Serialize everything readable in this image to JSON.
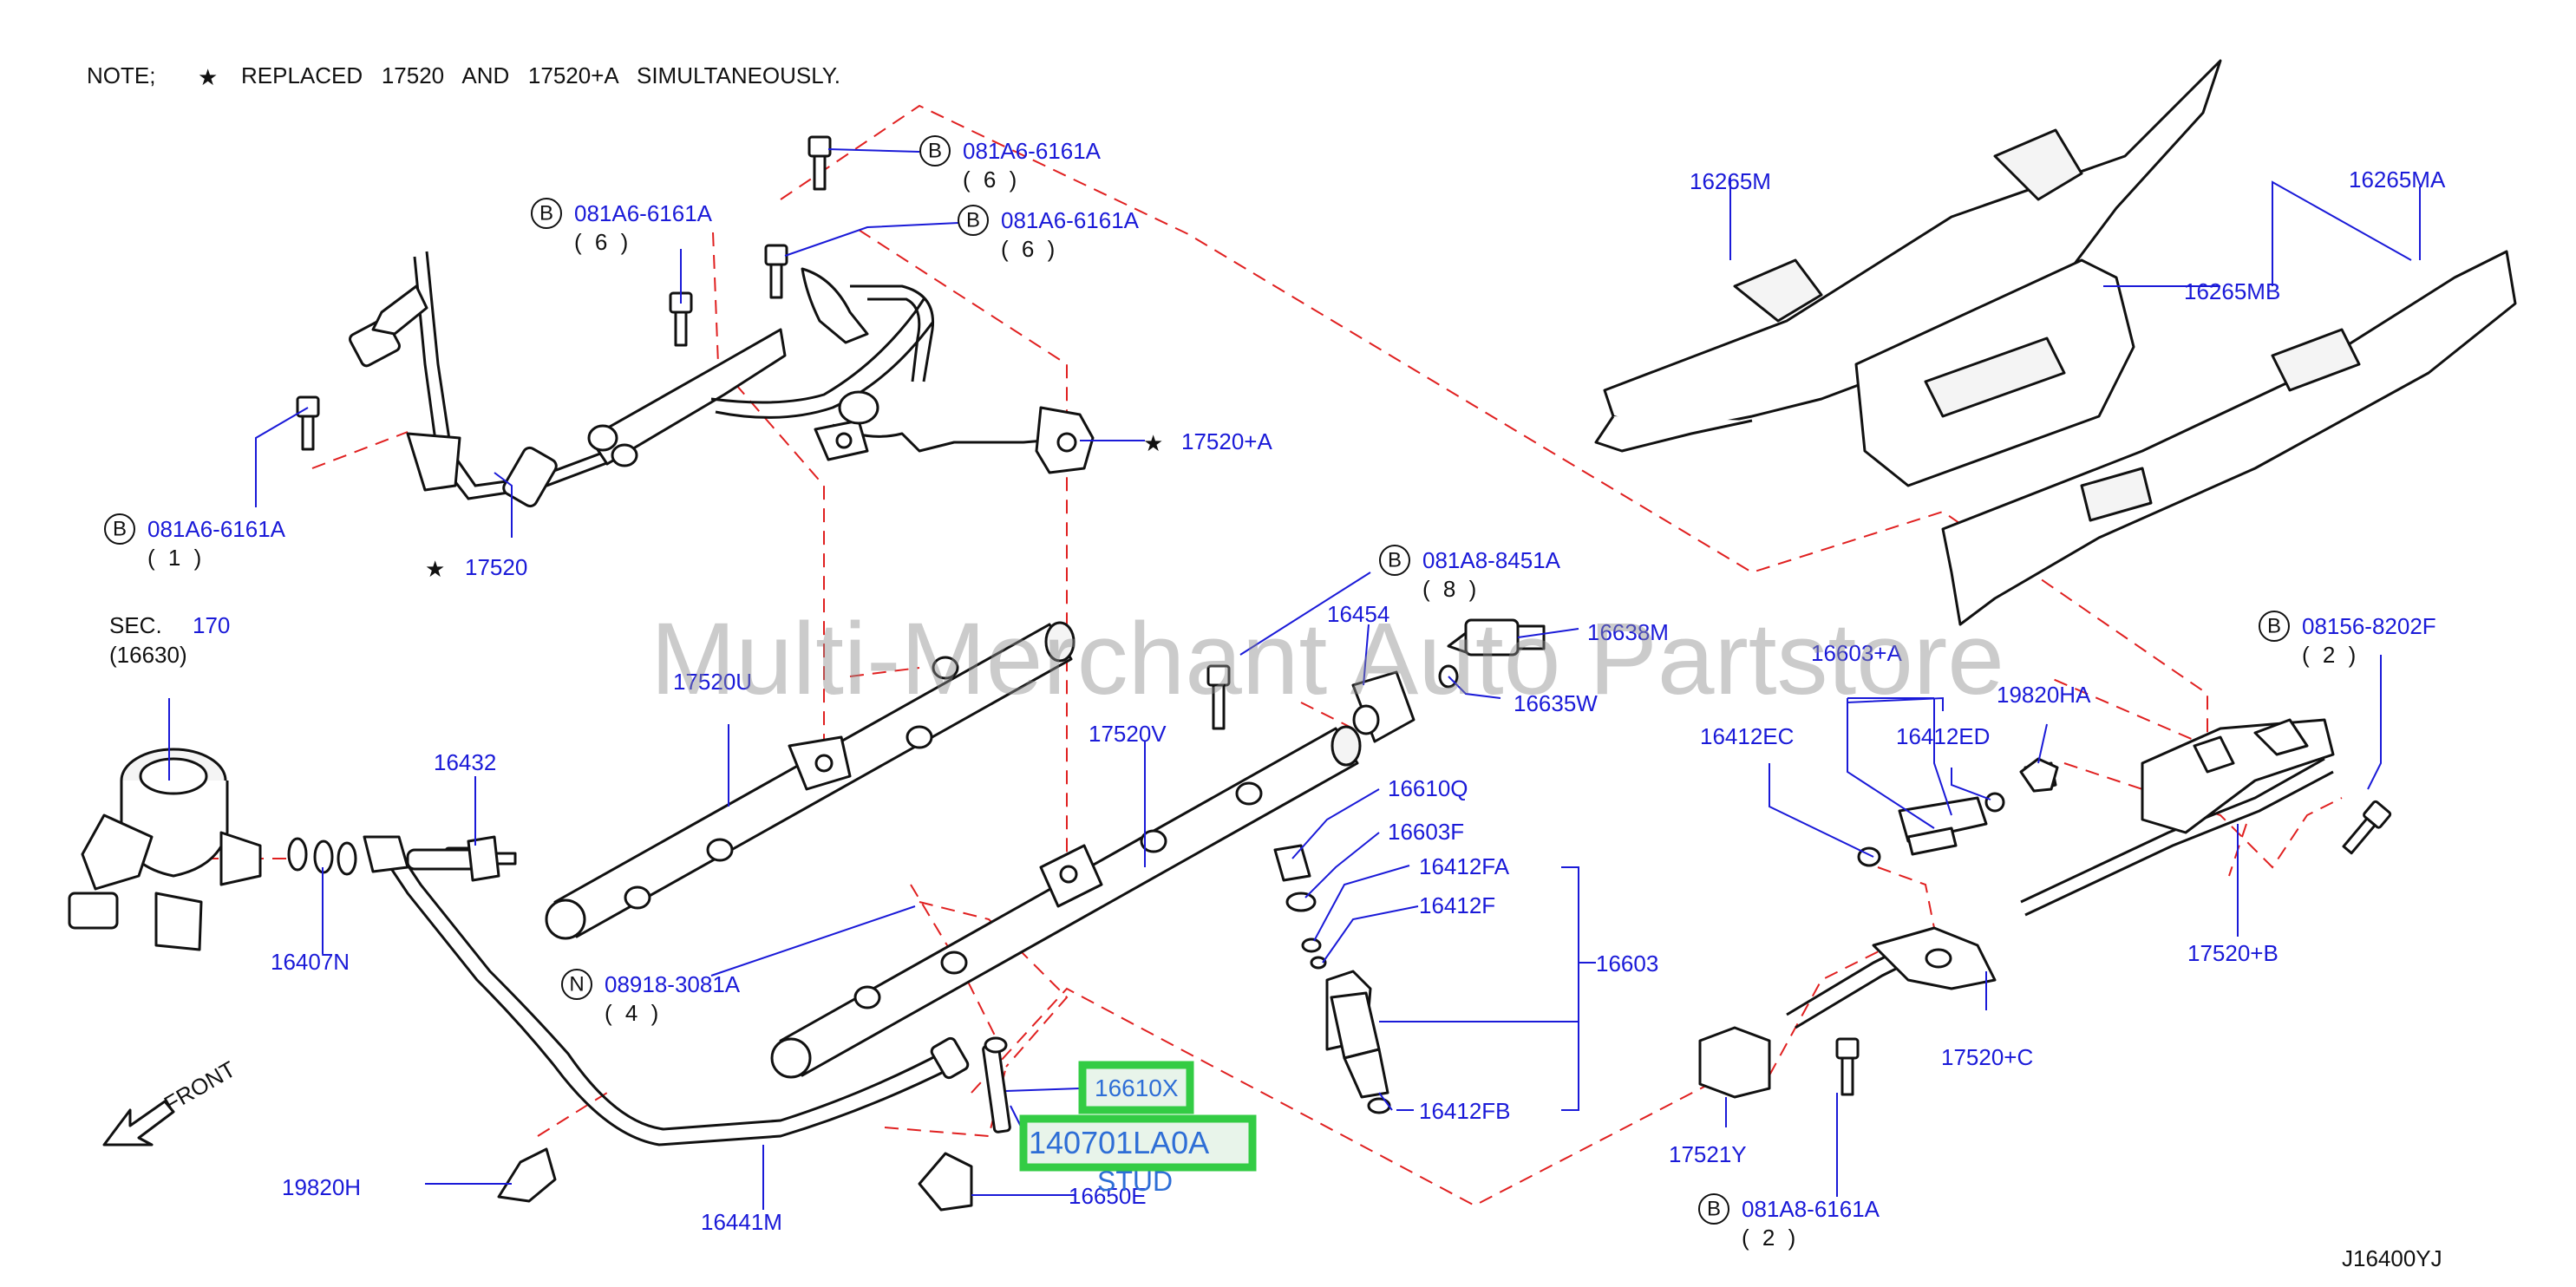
{
  "note": {
    "prefix": "NOTE;",
    "star": "★",
    "text": "REPLACED   17520   AND   17520+A   SIMULTANEOUSLY."
  },
  "watermark": "Multi-Merchant Auto Partstore",
  "diagram_id": "J16400YJ",
  "front_label": "FRONT",
  "sec_ref": {
    "prefix": "SEC.",
    "number": "170",
    "sub": "(16630)"
  },
  "bolts": [
    {
      "letter": "B",
      "part": "081A6-6161A",
      "qty": "( 6 )"
    },
    {
      "letter": "B",
      "part": "081A6-6161A",
      "qty": "( 6 )"
    },
    {
      "letter": "B",
      "part": "081A6-6161A",
      "qty": "( 6 )"
    },
    {
      "letter": "B",
      "part": "081A6-6161A",
      "qty": "( 1 )"
    },
    {
      "letter": "B",
      "part": "081A8-8451A",
      "qty": "( 8 )"
    },
    {
      "letter": "B",
      "part": "08156-8202F",
      "qty": "( 2 )"
    },
    {
      "letter": "N",
      "part": "08918-3081A",
      "qty": "( 4 )"
    },
    {
      "letter": "B",
      "part": "081A8-6161A",
      "qty": "( 2 )"
    }
  ],
  "starred_parts": [
    {
      "star": "★",
      "part": "17520+A"
    },
    {
      "star": "★",
      "part": "17520"
    }
  ],
  "part_labels": {
    "p16265M": "16265M",
    "p16265MA": "16265MA",
    "p16265MB": "16265MB",
    "p16454": "16454",
    "p16638M": "16638M",
    "p16635W": "16635W",
    "p17520U": "17520U",
    "p17520V": "17520V",
    "p16432": "16432",
    "p16407N": "16407N",
    "p16610Q": "16610Q",
    "p16603F": "16603F",
    "p16412FA": "16412FA",
    "p16412F": "16412F",
    "p16603": "16603",
    "p16412FB": "16412FB",
    "p16603A": "16603+A",
    "p19820HA": "19820HA",
    "p16412EC": "16412EC",
    "p16412ED": "16412ED",
    "p17520B": "17520+B",
    "p17520C": "17520+C",
    "p17521Y": "17521Y",
    "p19820H": "19820H",
    "p16441M": "16441M",
    "p16650E": "16650E"
  },
  "highlighted": [
    {
      "part": "16610X"
    },
    {
      "part": "140701LA0A",
      "caption": "STUD"
    }
  ],
  "colors": {
    "label_blue": "#1a1ad8",
    "dashed_red": "#e02020",
    "highlight_green": "#33cc44",
    "stud_blue": "#2e6ed6"
  }
}
